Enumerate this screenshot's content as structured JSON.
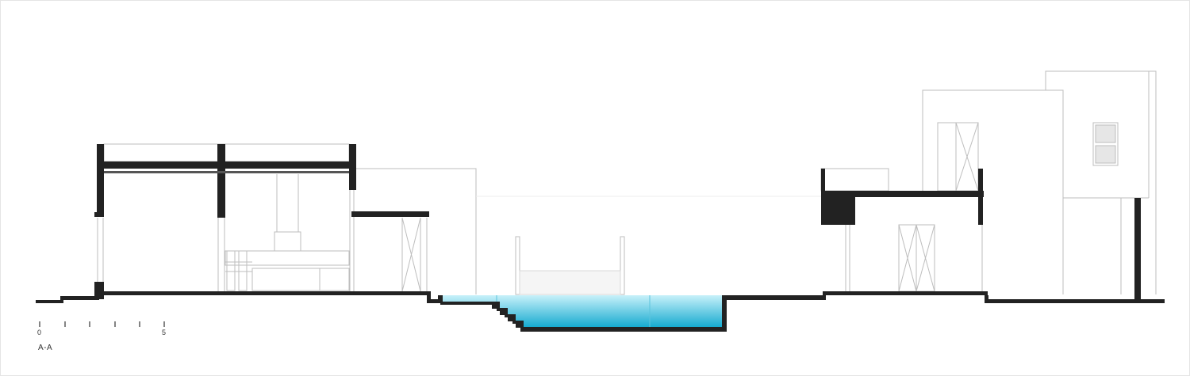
{
  "scale_bar": {
    "label_start": "0",
    "label_end": "5"
  },
  "section": {
    "label": "A-A"
  },
  "colors": {
    "cut": "#222222",
    "outline": "#b8b8b8",
    "pool_top": "#c8f1fa",
    "pool_bottom": "#12a9cf"
  }
}
